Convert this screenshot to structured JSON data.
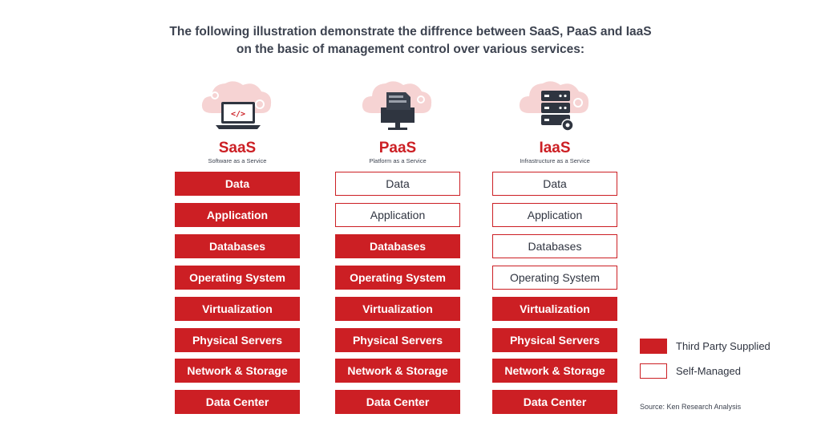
{
  "heading": {
    "line1": "The following illustration demonstrate the diffrence between SaaS, PaaS and IaaS",
    "line2": "on the basic of management control over various services:"
  },
  "layers": [
    "Data",
    "Application",
    "Databases",
    "Operating System",
    "Virtualization",
    "Physical Servers",
    "Network & Storage",
    "Data Center"
  ],
  "columns": [
    {
      "title": "SaaS",
      "subtitle": "Software as a Service",
      "icon": "laptop-code-icon",
      "management": [
        "third",
        "third",
        "third",
        "third",
        "third",
        "third",
        "third",
        "third"
      ]
    },
    {
      "title": "PaaS",
      "subtitle": "Platform as a Service",
      "icon": "platform-monitor-icon",
      "management": [
        "self",
        "self",
        "third",
        "third",
        "third",
        "third",
        "third",
        "third"
      ]
    },
    {
      "title": "IaaS",
      "subtitle": "Infrastructure as a Service",
      "icon": "server-rack-icon",
      "management": [
        "self",
        "self",
        "self",
        "self",
        "third",
        "third",
        "third",
        "third"
      ]
    }
  ],
  "legend": {
    "third_party": "Third Party Supplied",
    "self_managed": "Self-Managed"
  },
  "source": "Source: Ken Research Analysis",
  "colors": {
    "accent": "#cc1f24",
    "cloud": "#f6d3d3",
    "text": "#3d4350"
  }
}
